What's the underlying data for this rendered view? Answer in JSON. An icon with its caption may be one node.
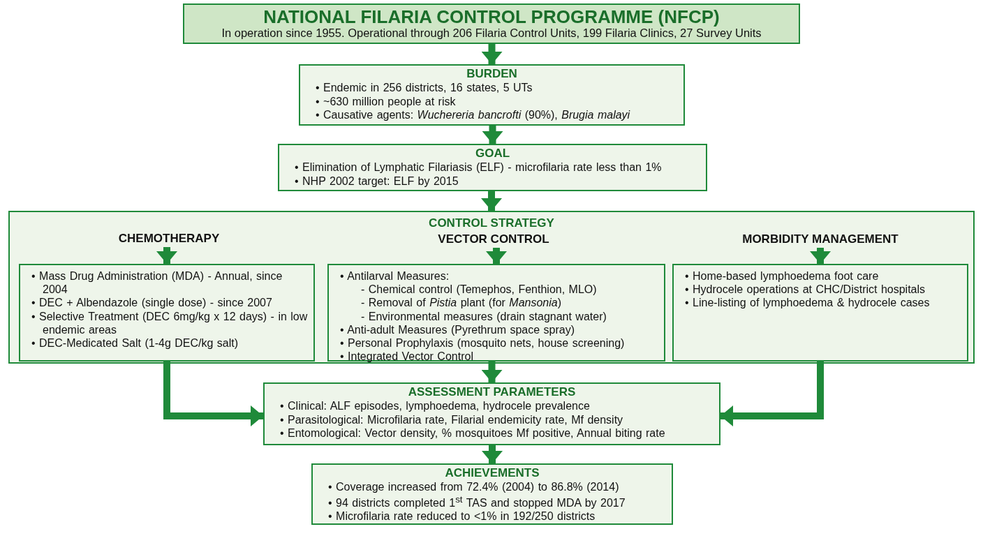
{
  "diagram": {
    "nodes": [
      {
        "text": [
          "NATIONAL FILARIA CONTROL PROGRAMME (NFCP)",
          "In operation since 1955. Operational through 206 Filaria Control Units, 199 Filaria Clinics, 27 Survey Units"
        ]
      },
      {
        "text": [
          "BURDEN",
          "• Endemic in 256 districts, 16 states, 5 UTs",
          "• ~630 million people at risk",
          "• Causative agents: *Wuchereria bancrofti* (90%), *Brugia malayi*"
        ]
      },
      {
        "text": [
          "GOAL",
          "• Elimination of Lymphatic Filariasis (ELF) - microfilaria rate less than 1%",
          "• NHP 2002 target: ELF by 2015"
        ]
      },
      {
        "text": [
          "CONTROL STRATEGY"
        ]
      },
      {
        "text": [
          "CHEMOTHERAPY"
        ],
        "in": 3
      },
      {
        "text": [
          "• Mass Drug Administration (MDA) - Annual, since 2004",
          "• DEC + Albendazole (single dose) - since 2007",
          "• Selective Treatment (DEC 6mg/kg x 12 days) - in low endemic areas",
          "• DEC-Medicated Salt (1-4g DEC/kg salt)"
        ],
        "in": 3
      },
      {
        "text": [
          "VECTOR CONTROL"
        ],
        "in": 3
      },
      {
        "text": [
          "• Antilarval Measures:",
          "- Chemical control (Temephos, Fenthion, MLO)",
          "- Removal of *Pistia* plant (for *Mansonia*)",
          "- Environmental measures (drain stagnant water)",
          "• Anti-adult Measures (Pyrethrum space spray)",
          "• Personal Prophylaxis (mosquito nets, house screening)",
          "• Integrated Vector Control"
        ],
        "in": 3
      },
      {
        "text": [
          "MORBIDITY MANAGEMENT"
        ],
        "in": 3
      },
      {
        "text": [
          "• Home-based lymphoedema foot care",
          "• Hydrocele operations at CHC/District hospitals",
          "• Line-listing of lymphoedema & hydrocele cases"
        ],
        "in": 3
      },
      {
        "text": [
          "ASSESSMENT PARAMETERS",
          "• Clinical: ALF episodes, lymphoedema, hydrocele prevalence",
          "• Parasitological:  Microfilaria rate, Filarial endemicity rate, Mf density",
          "• Entomological: Vector density, % mosquitoes Mf positive, Annual biting rate"
        ]
      },
      {
        "text": [
          "ACHIEVEMENTS",
          "• Coverage increased from 72.4% (2004) to 86.8% (2014)",
          "• 94 districts completed 1$^{st}$ TAS and stopped MDA by 2017",
          "• Microfilaria rate reduced to <1% in 192/250 districts"
        ]
      }
    ],
    "edges": [
      {
        "from": 0,
        "to": 1,
        "arrow": "to"
      },
      {
        "from": 1,
        "to": 2,
        "arrow": "to"
      },
      {
        "from": 2,
        "to": 3,
        "arrow": "to"
      },
      {
        "from": 4,
        "to": 5,
        "arrow": "to"
      },
      {
        "from": 6,
        "to": 7,
        "arrow": "to"
      },
      {
        "from": 8,
        "to": 9,
        "arrow": "to"
      },
      {
        "from": 5,
        "to": 10,
        "arrow": "to"
      },
      {
        "from": 7,
        "to": 10,
        "arrow": "to"
      },
      {
        "from": 9,
        "to": 10,
        "arrow": "to"
      },
      {
        "from": 10,
        "to": 11,
        "arrow": "to"
      }
    ]
  }
}
